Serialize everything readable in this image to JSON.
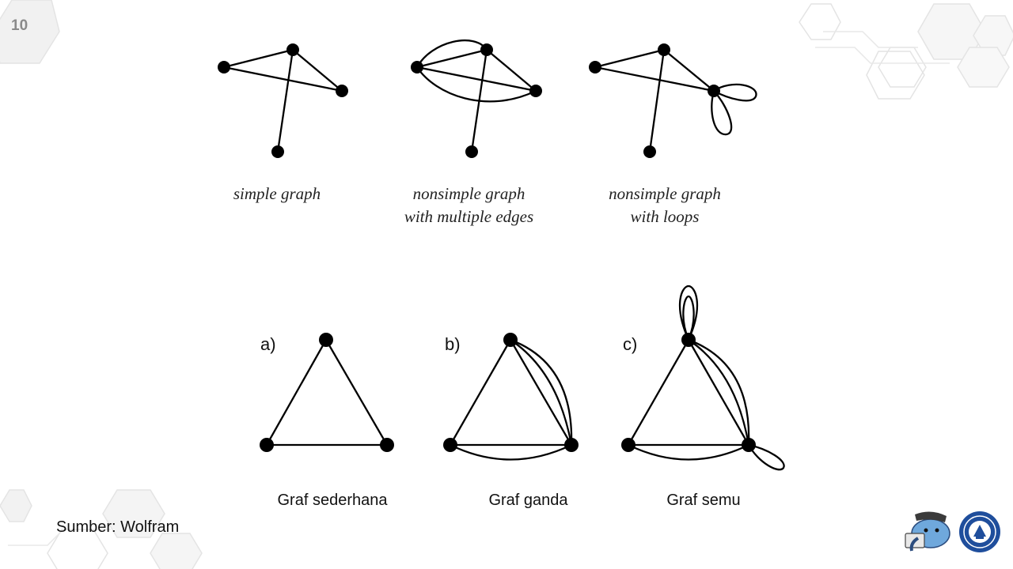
{
  "slide": {
    "number": "10",
    "source": "Sumber: Wolfram"
  },
  "top_row": {
    "simple_caption": [
      "simple graph"
    ],
    "multi_caption": [
      "nonsimple graph",
      "with multiple edges"
    ],
    "loops_caption": [
      "nonsimple graph",
      "with loops"
    ]
  },
  "bottom_row": {
    "a": {
      "tag": "a)",
      "caption": "Graf sederhana"
    },
    "b": {
      "tag": "b)",
      "caption": "Graf ganda"
    },
    "c": {
      "tag": "c)",
      "caption": "Graf semu"
    }
  },
  "colors": {
    "ink": "#000000",
    "slide_number": "#8a8a8a",
    "decor": "#e6e6e6",
    "logo_blue": "#1f4e9c"
  },
  "icons": [
    "mascot-elephant-icon",
    "university-seal-icon"
  ]
}
